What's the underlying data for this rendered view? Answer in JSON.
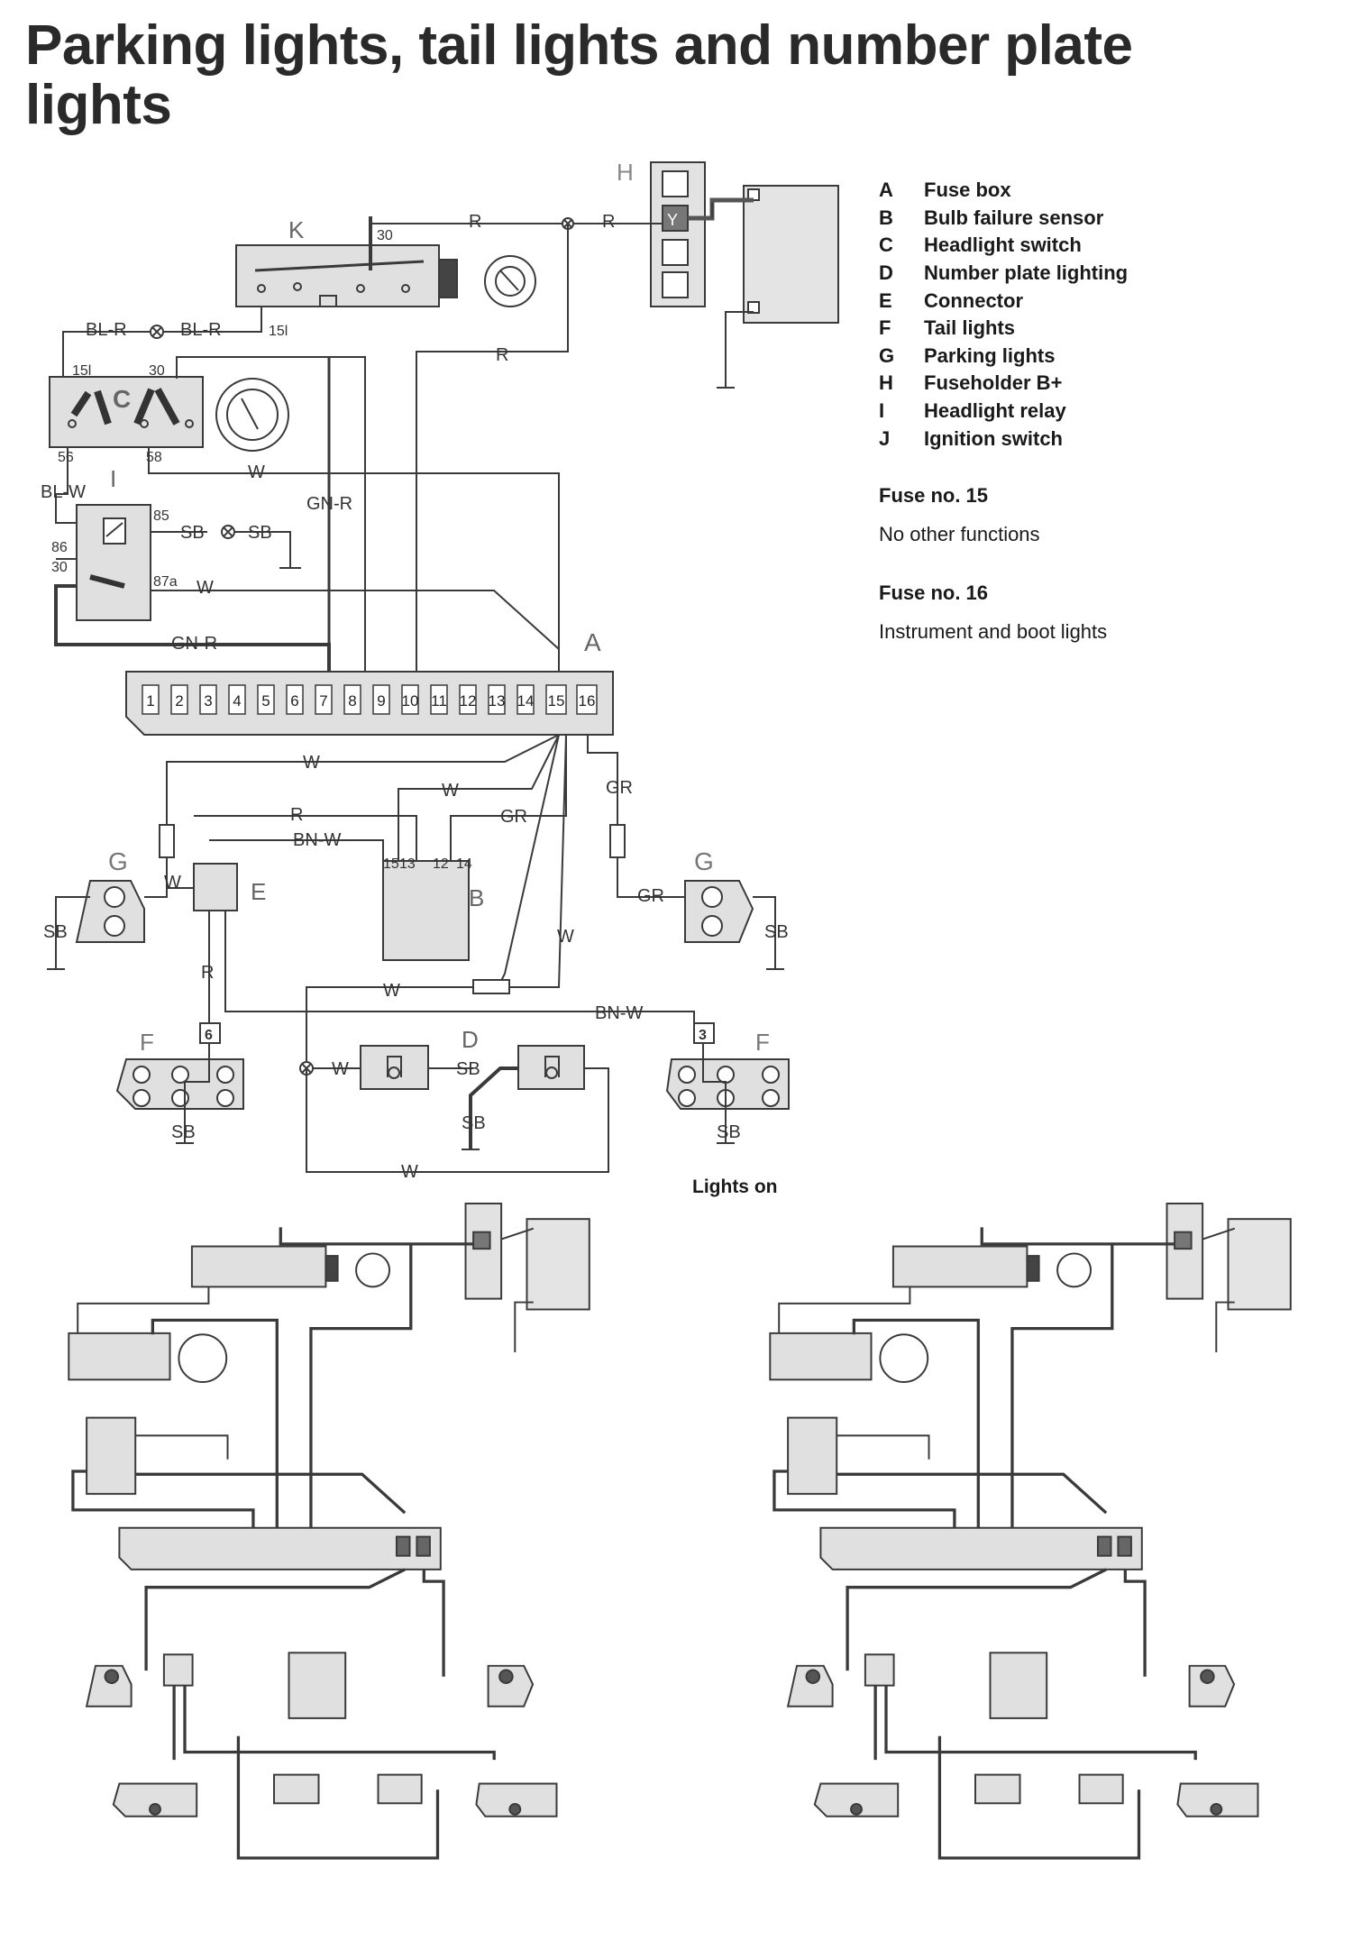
{
  "title": "Parking lights, tail lights and number plate lights",
  "legend": [
    {
      "code": "A",
      "label": "Fuse box"
    },
    {
      "code": "B",
      "label": "Bulb failure sensor"
    },
    {
      "code": "C",
      "label": "Headlight switch"
    },
    {
      "code": "D",
      "label": "Number plate lighting"
    },
    {
      "code": "E",
      "label": "Connector"
    },
    {
      "code": "F",
      "label": "Tail lights"
    },
    {
      "code": "G",
      "label": "Parking lights"
    },
    {
      "code": "H",
      "label": "Fuseholder B+"
    },
    {
      "code": "I",
      "label": "Headlight relay"
    },
    {
      "code": "J",
      "label": "Ignition switch"
    }
  ],
  "fuses": [
    {
      "heading": "Fuse no. 15",
      "text": "No other functions"
    },
    {
      "heading": "Fuse no. 16",
      "text": "Instrument and boot lights"
    }
  ],
  "lights_on_label": "Lights on",
  "component_letters": {
    "A": "A",
    "B": "B",
    "C": "C",
    "D": "D",
    "E": "E",
    "F": "F",
    "G": "G",
    "H": "H",
    "I": "I",
    "K": "K"
  },
  "fuse_numbers": [
    "1",
    "2",
    "3",
    "4",
    "5",
    "6",
    "7",
    "8",
    "9",
    "10",
    "11",
    "12",
    "13",
    "14",
    "15",
    "16"
  ],
  "wire_labels": {
    "R": "R",
    "BL_R": "BL-R",
    "BL_W": "BL-W",
    "W": "W",
    "GN_R": "GN-R",
    "SB": "SB",
    "GR": "GR",
    "BN_W": "BN-W",
    "Y": "Y"
  },
  "terminal_labels": {
    "t30": "30",
    "t15l": "15l",
    "t56": "56",
    "t58": "58",
    "t85": "85",
    "t86": "86",
    "t87a": "87a",
    "b15": "15",
    "b13": "13",
    "b12": "12",
    "b14": "14",
    "f6": "6",
    "f3": "3"
  },
  "colors": {
    "ink": "#2b2b2b",
    "wire": "#3a3a3a",
    "fill": "#d9d9d9",
    "active": "#6a6a6a"
  }
}
